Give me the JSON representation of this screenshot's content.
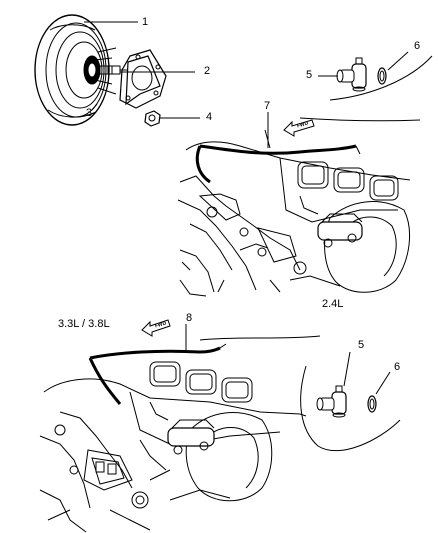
{
  "callouts": [
    "1",
    "2",
    "3",
    "4",
    "5",
    "6",
    "7",
    "8",
    "5",
    "6"
  ],
  "engine_labels": {
    "top": "2.4L",
    "bottom": "3.3L / 3.8L"
  },
  "arrow_text": "FWD",
  "parts": [
    "brake-booster",
    "gasket",
    "push-rod",
    "nut",
    "check-valve",
    "seal",
    "vacuum-hose-2.4l",
    "vacuum-hose-3.3l-3.8l"
  ],
  "colors": {
    "line": "#000000",
    "background": "#ffffff"
  }
}
